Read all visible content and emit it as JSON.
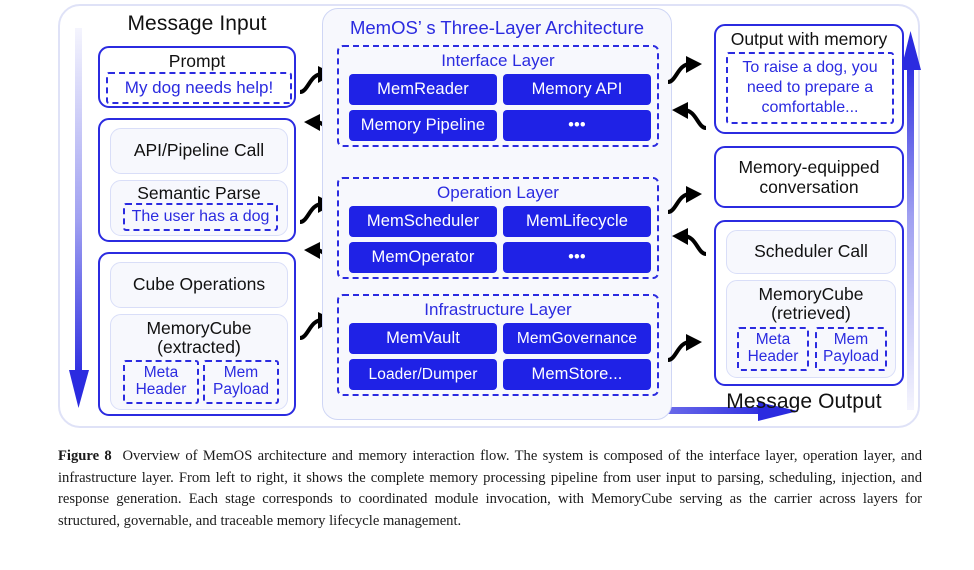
{
  "figure": {
    "caption_label": "Figure 8",
    "caption_text": "Overview of MemOS architecture and memory interaction flow. The system is composed of the interface layer, operation layer, and infrastructure layer. From left to right, it shows the complete memory processing pipeline from user input to parsing, scheduling, injection, and response generation. Each stage corresponds to coordinated module invocation, with MemoryCube serving as the carrier across layers for structured, governable, and traceable memory lifecycle management."
  },
  "colors": {
    "accent_blue": "#2b2be0",
    "chip_blue": "#1f22e6",
    "panel_bg": "#f7f8fd",
    "frame_border": "#dfe2f7"
  },
  "left": {
    "heading": "Message Input",
    "prompt": {
      "label": "Prompt",
      "value": "My dog needs help!"
    },
    "api_call": "API/Pipeline Call",
    "semantic_parse": {
      "label": "Semantic Parse",
      "value": "The user has a dog"
    },
    "cube_operations": "Cube Operations",
    "memory_cube": {
      "line1": "MemoryCube",
      "line2": "(extracted)",
      "meta_header": "Meta\nHeader",
      "mem_payload": "Mem\nPayload"
    }
  },
  "middle": {
    "title": "MemOS’ s Three-Layer Architecture",
    "layers": [
      {
        "name": "Interface Layer",
        "chips": [
          "MemReader",
          "Memory API",
          "Memory Pipeline",
          "•••"
        ]
      },
      {
        "name": "Operation Layer",
        "chips": [
          "MemScheduler",
          "MemLifecycle",
          "MemOperator",
          "•••"
        ]
      },
      {
        "name": "Infrastructure Layer",
        "chips": [
          "MemVault",
          "MemGovernance",
          "Loader/Dumper",
          "MemStore..."
        ]
      }
    ]
  },
  "right": {
    "heading": "Message Output",
    "output_with_memory": {
      "label": "Output with memory",
      "value": "To raise a dog, you need to prepare a comfortable..."
    },
    "memory_equipped": "Memory-equipped\nconversation",
    "scheduler_call": "Scheduler Call",
    "memory_cube": {
      "line1": "MemoryCube",
      "line2": "(retrieved)",
      "meta_header": "Meta\nHeader",
      "mem_payload": "Mem\nPayload"
    }
  }
}
